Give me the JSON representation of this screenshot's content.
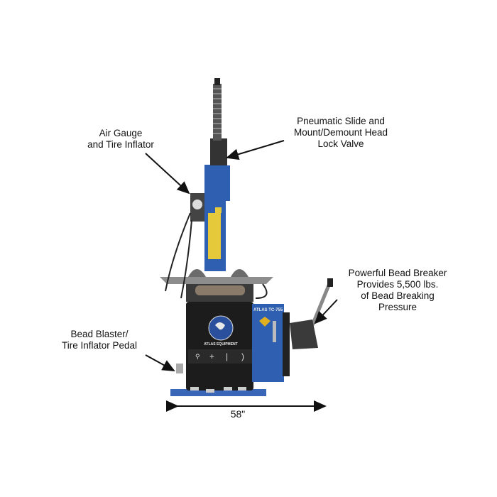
{
  "annotations": {
    "air_gauge": [
      "Air Gauge",
      "and Tire Inflator"
    ],
    "pneumatic": [
      "Pneumatic Slide and",
      "Mount/Demount Head",
      "Lock Valve"
    ],
    "bead_breaker": [
      "Powerful Bead Breaker",
      "Provides 5,500 lbs.",
      "of Bead Breaking",
      "Pressure"
    ],
    "bead_blaster": [
      "Bead Blaster/",
      "Tire Inflator Pedal"
    ]
  },
  "dimension": "58\"",
  "machine_logo_text": [
    "ATLAS TC-755",
    "ATLAS EQUIPMENT"
  ],
  "colors": {
    "machine_blue": "#2f5fb0",
    "cabinet": "#1c1c1c",
    "base": "#3a66b8"
  }
}
